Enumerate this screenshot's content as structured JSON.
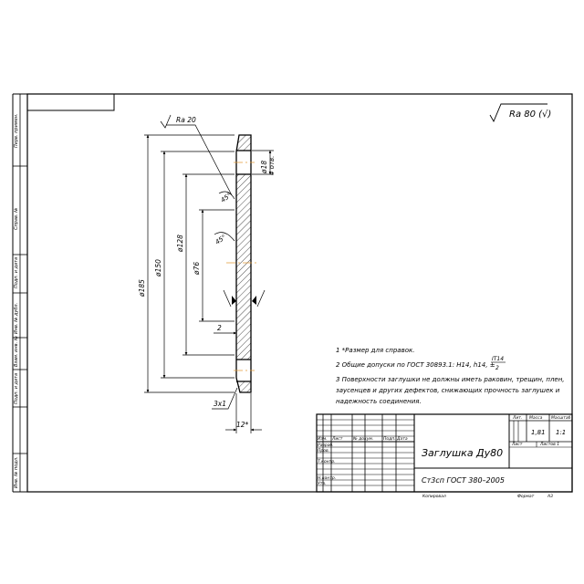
{
  "roughness": {
    "general": "Ra 80 (√)",
    "face": "Ra 20"
  },
  "dimensions": {
    "d185": "ø185",
    "d150": "ø150",
    "d128": "ø128",
    "d76": "ø76",
    "d18": "ø18",
    "holes": "4 отв.",
    "chamfer_size": "2",
    "angle1": "45°",
    "angle2": "45°",
    "chamfer_bottom": "3х1",
    "thickness": "12*"
  },
  "notes": [
    "1  *Размер для справок.",
    "2  Общие допуски по ГОСТ 30893.1: H14, h14, ±",
    "3  Поверхности заглушки не должны иметь раковин, трещин, плен,",
    "заусенцев и других дефектов, снижающих прочность заглушек и",
    "надежность соединения."
  ],
  "tolerance_fraction": {
    "numerator": "IT14",
    "denominator": "2"
  },
  "side_stamp": [
    "Перв. примен.",
    "Справ. №",
    "Подп. и дата",
    "Инв. № дубл.",
    "Взам. инв. №",
    "Подп. и дата",
    "Инв. № подл."
  ],
  "title_block": {
    "part_name": "Заглушка Ду80",
    "material": "Ст3сп ГОСТ 380–2005",
    "col_lit": "Лит.",
    "col_mass": "Масса",
    "col_scale": "Масштаб",
    "mass": "1,81",
    "scale": "1:1",
    "sheet": "Лист",
    "sheets": "Листов   1",
    "rev_labels": [
      "Изм.",
      "Лист",
      "№ докум.",
      "Подп.",
      "Дата"
    ],
    "roles": [
      "Разраб.",
      "Пров.",
      "Т.контр.",
      "Н.контр.",
      "Утв."
    ],
    "copied": "Копировал",
    "format_label": "Формат",
    "format_value": "А3"
  }
}
